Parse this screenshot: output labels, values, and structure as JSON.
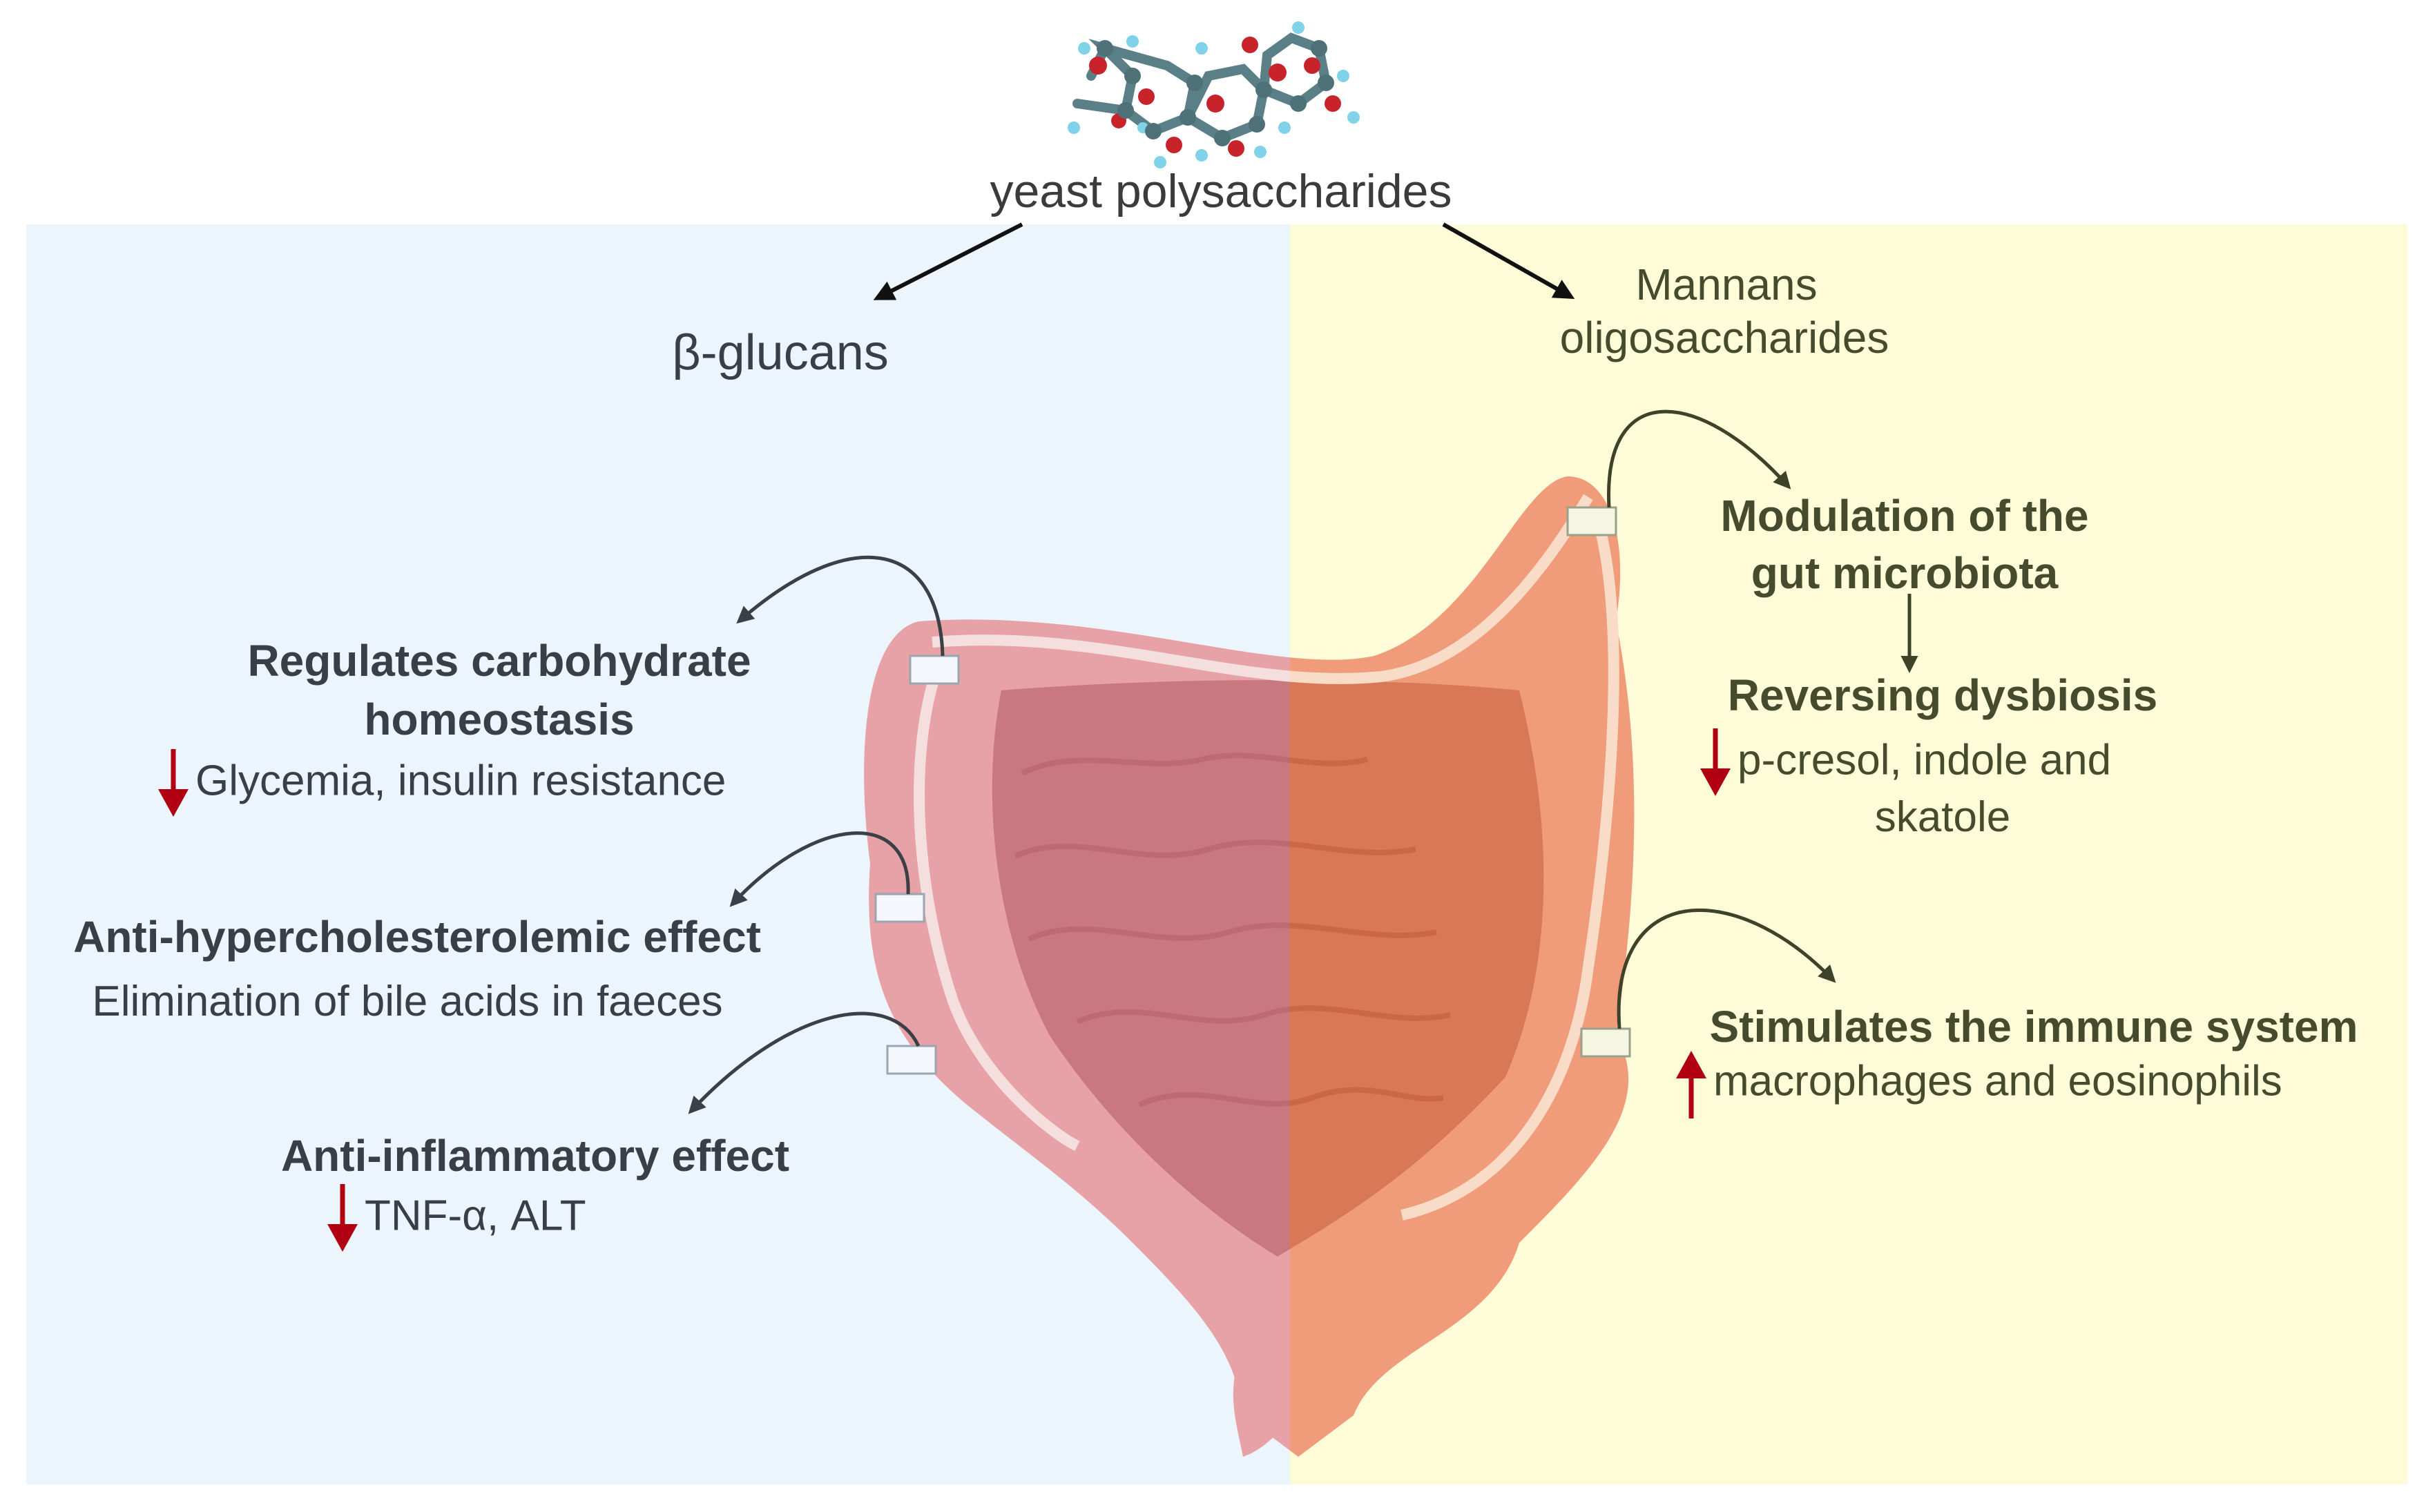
{
  "top": {
    "title": "yeast polysaccharides"
  },
  "branches": {
    "left": "β-glucans",
    "right_line1": "Mannans",
    "right_line2": "oligosaccharides"
  },
  "left_effects": [
    {
      "title_line1": "Regulates carbohydrate",
      "title_line2": "homeostasis",
      "detail": "Glycemia, insulin resistance",
      "arrow": "down"
    },
    {
      "title_line1": "Anti-hypercholesterolemic effect",
      "detail": "Elimination of bile acids in faeces"
    },
    {
      "title_line1": "Anti-inflammatory effect",
      "detail": "TNF-α, ALT",
      "arrow": "down"
    }
  ],
  "right_effects": [
    {
      "title_line1": "Modulation of the",
      "title_line2": "gut microbiota"
    },
    {
      "title_line1": "Reversing dysbiosis",
      "detail_line1": "p-cresol, indole and",
      "detail_line2": "skatole",
      "arrow": "down"
    },
    {
      "title_line1": "Stimulates the immune system",
      "detail": "macrophages and eosinophils",
      "arrow": "up"
    }
  ],
  "colors": {
    "left_bg": "#edf5fc",
    "right_bg": "#fefbd8",
    "arrow_red": "#b00012",
    "intestine_left": "#e39a9d",
    "intestine_right": "#ee9470"
  },
  "icons": [
    "molecule-icon",
    "down-arrow-icon",
    "up-arrow-icon",
    "intestine-illustration",
    "polysaccharide-label-icon"
  ]
}
